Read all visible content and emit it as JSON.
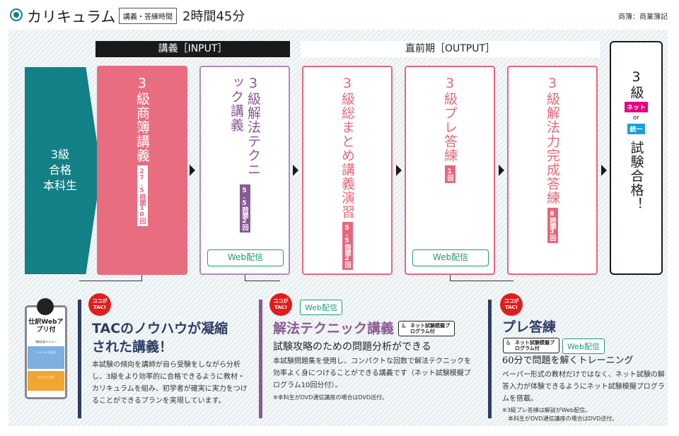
{
  "header": {
    "title": "カリキュラム",
    "tag": "講義・答練時間",
    "total_time": "2時間45分",
    "subject": "商簿：商業簿記"
  },
  "phases": {
    "input": "講義［INPUT］",
    "output": "直前期［OUTPUT］"
  },
  "start": {
    "lines": [
      "3級",
      "合格",
      "本科生"
    ]
  },
  "courses": [
    {
      "title": "3級商簿講義",
      "badge": "27.5時間10回",
      "web": null
    },
    {
      "title": "3級解法テクニック講義",
      "badge": "5.5時間2回",
      "web": "Web配信"
    },
    {
      "title": "3級総まとめ講義演習",
      "badge": "5.5時間2回",
      "web": null
    },
    {
      "title": "3級プレ答練",
      "badge": "1回",
      "web": "Web配信"
    },
    {
      "title": "3級解法力完成答練",
      "badge": "8時間3回",
      "web": null
    }
  ],
  "goal": {
    "top": "3級",
    "net": "ネット",
    "or": "or",
    "unified": "統一",
    "bottom": "試験合格！"
  },
  "phone": {
    "label": "仕訳Webアプリ付",
    "menu": "3級仕訳メニュー",
    "btn1": "ジャンルで仕訳",
    "btn2": "とにかく仕訳"
  },
  "tac_badge": "ココがTAC!",
  "sections": [
    {
      "heading": "TACのノウハウが凝縮された講義！",
      "body": "本試験の傾向を講師が自ら受験をしながら分析し、3級をより効率的に合格できるように教材・カリキュラムを組み、初学者が確実に実力をつけることができるプランを実現しています。"
    },
    {
      "web": "Web配信",
      "heading": "解法テクニック講義",
      "net": "ネット試験模擬プログラム付",
      "sub": "試験攻略のための問題分析ができる",
      "body": "本試験問題集を使用し、コンパクトな回数で解法テクニックを効率よく身につけることができる講義です（ネット試験模擬プログラム10回分付）。",
      "note": "※本科生がDVD通信講座の場合はDVD送付。"
    },
    {
      "heading": "プレ答練",
      "net": "ネット試験模擬プログラム付",
      "web": "Web配信",
      "sub": "60分で問題を解くトレーニング",
      "body": "ペーパー形式の教材だけではなく、ネット試験の解答入力が体験できるようにネット試験模擬プログラムを搭載。",
      "note1": "※3級プレ答練は解説がWeb配信。",
      "note2": "本科生がDVD通信講座の場合はDVD送付。"
    }
  ],
  "colors": {
    "teal": "#137f86",
    "pink": "#e8667b",
    "purple": "#8a5a94",
    "navy": "#2e3d66",
    "green": "#1f9a74"
  }
}
